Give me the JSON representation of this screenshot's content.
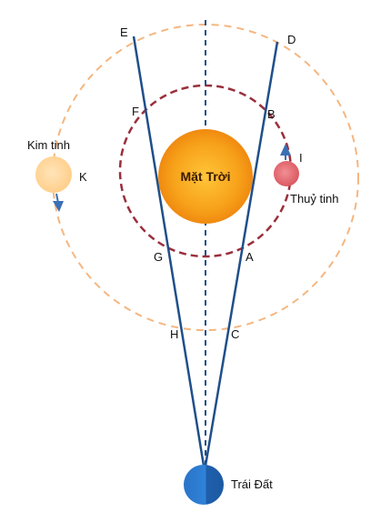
{
  "planets": {
    "sun": "Mặt Trời",
    "venus": "Kim tinh",
    "mercury": "Thuỷ tinh",
    "earth": "Trái Đất"
  },
  "points": {
    "A": "A",
    "B": "B",
    "C": "C",
    "D": "D",
    "E": "E",
    "F": "F",
    "G": "G",
    "H": "H",
    "I": "I",
    "K": "K"
  },
  "colors": {
    "sun": "#f7a21a",
    "venus": "#ffd59a",
    "mercury": "#e8686e",
    "earth": "#2e7fd3",
    "venus_orbit": "#f5b680",
    "mercury_orbit": "#9a2f3c",
    "sight_lines": "#1f4f8a",
    "arrow": "#3b6fb5"
  }
}
